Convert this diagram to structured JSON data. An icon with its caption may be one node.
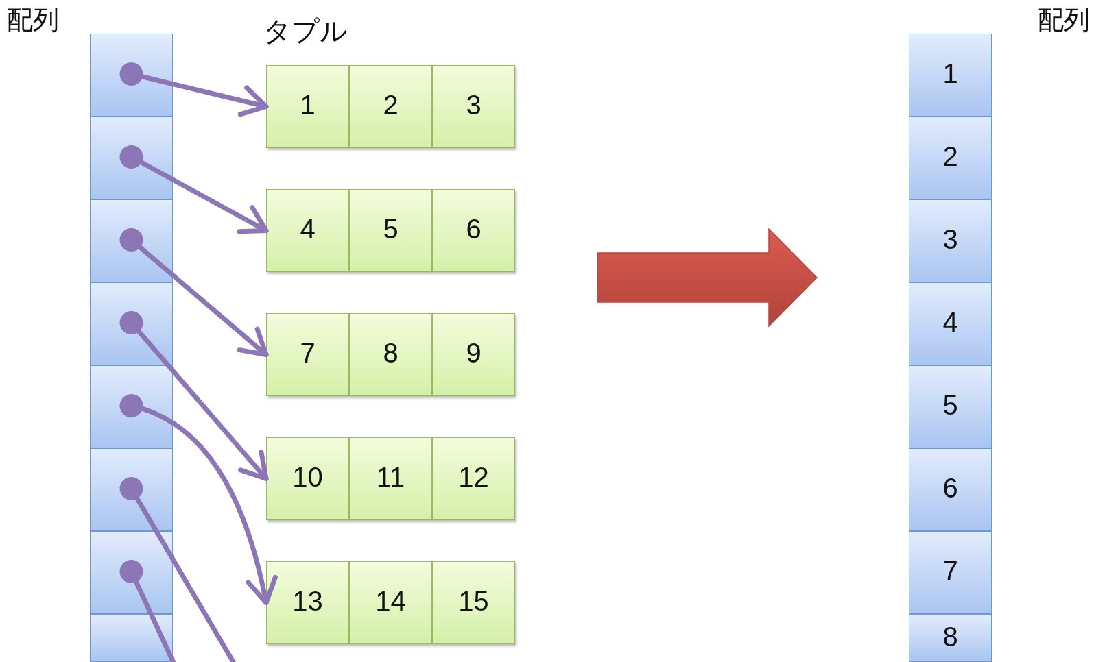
{
  "diagram": {
    "nodes": [
      {
        "text": [
          "配列"
        ]
      },
      {
        "text": [],
        "shape": "box",
        "in": 0
      },
      {
        "text": [],
        "shape": "box",
        "in": 0
      },
      {
        "text": [],
        "shape": "box",
        "in": 0
      },
      {
        "text": [],
        "shape": "box",
        "in": 0
      },
      {
        "text": [],
        "shape": "box",
        "in": 0
      },
      {
        "text": [],
        "shape": "box",
        "in": 0
      },
      {
        "text": [],
        "shape": "box",
        "in": 0
      },
      {
        "text": [],
        "shape": "box",
        "in": 0
      },
      {
        "text": [],
        "shape": "box"
      },
      {
        "text": [
          "1"
        ],
        "in": 9
      },
      {
        "text": [
          "2"
        ],
        "in": 9
      },
      {
        "text": [
          "3"
        ],
        "in": 9
      },
      {
        "text": [],
        "shape": "box"
      },
      {
        "text": [
          "4"
        ],
        "in": 13
      },
      {
        "text": [
          "5"
        ],
        "in": 13
      },
      {
        "text": [
          "6"
        ],
        "in": 13
      },
      {
        "text": [],
        "shape": "box"
      },
      {
        "text": [
          "7"
        ],
        "in": 17
      },
      {
        "text": [
          "8"
        ],
        "in": 17
      },
      {
        "text": [
          "9"
        ],
        "in": 17
      },
      {
        "text": [],
        "shape": "box"
      },
      {
        "text": [
          "10"
        ],
        "in": 21
      },
      {
        "text": [
          "11"
        ],
        "in": 21
      },
      {
        "text": [
          "12"
        ],
        "in": 21
      },
      {
        "text": [],
        "shape": "box"
      },
      {
        "text": [
          "13"
        ],
        "in": 25
      },
      {
        "text": [
          "14"
        ],
        "in": 25
      },
      {
        "text": [
          "15"
        ],
        "in": 25
      },
      {
        "text": [
          "配列"
        ]
      },
      {
        "text": [
          "1"
        ],
        "in": 29
      },
      {
        "text": [
          "2"
        ],
        "in": 29
      },
      {
        "text": [
          "3"
        ],
        "in": 29
      },
      {
        "text": [
          "4"
        ],
        "in": 29
      },
      {
        "text": [
          "5"
        ],
        "in": 29
      },
      {
        "text": [
          "6"
        ],
        "in": 29
      },
      {
        "text": [
          "7"
        ],
        "in": 29
      },
      {
        "text": [
          "8"
        ],
        "in": 29
      }
    ],
    "edges": [
      {
        "from": 1,
        "to": 9,
        "arrow": "to"
      },
      {
        "from": 2,
        "to": 13,
        "arrow": "to"
      },
      {
        "from": 3,
        "to": 17,
        "arrow": "to"
      },
      {
        "from": 4,
        "to": 21,
        "arrow": "to"
      },
      {
        "from": 5,
        "to": 25,
        "arrow": "to"
      },
      {
        "from": 6,
        "to": null,
        "arrow": "other"
      },
      {
        "from": 7,
        "to": null,
        "arrow": "other"
      }
    ],
    "labels": [
      "タプル"
    ]
  }
}
